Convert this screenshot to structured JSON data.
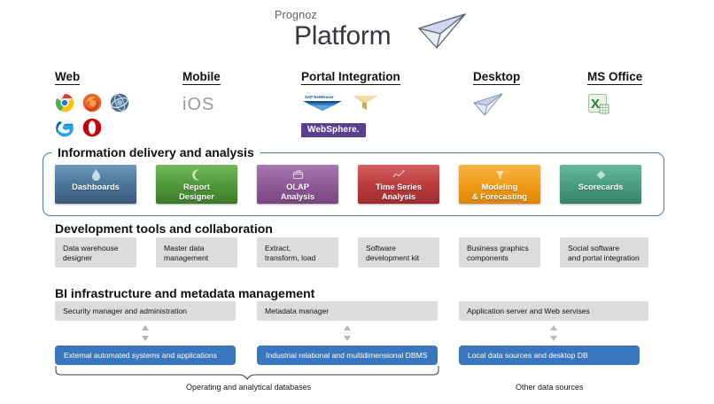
{
  "brand": {
    "subtitle": "Prognoz",
    "title": "Platform",
    "logo_icon": "paper-plane-icon"
  },
  "colors": {
    "frame_border": "#4a77b4",
    "blue_box": "#3a76bd",
    "grey_box": "#dcdcdc",
    "dashboards": "#4a7296",
    "report_designer": "#4f9639",
    "olap": "#8e5896",
    "time_series": "#bb3a3c",
    "modeling": "#ef9a16",
    "scorecards": "#479b80"
  },
  "categories": [
    {
      "label": "Web",
      "icons": [
        "chrome-icon",
        "firefox-icon",
        "old-ie-icon",
        "edge-icon",
        "opera-icon"
      ]
    },
    {
      "label": "Mobile",
      "icons": [
        "ios-logo-icon"
      ]
    },
    {
      "label": "Portal Integration",
      "icons": [
        "sap-netweaver-icon",
        "oracle-portal-icon",
        "websphere-icon"
      ]
    },
    {
      "label": "Desktop",
      "icons": [
        "paper-plane-icon"
      ]
    },
    {
      "label": "MS Office",
      "icons": [
        "excel-icon"
      ]
    }
  ],
  "section_delivery": {
    "heading": "Information delivery and analysis",
    "tiles": [
      {
        "label": "Dashboards",
        "icon": "droplet-icon"
      },
      {
        "label": "Report\nDesigner",
        "icon": "moon-icon"
      },
      {
        "label": "OLAP\nAnalysis",
        "icon": "cube-icon"
      },
      {
        "label": "Time Series\nAnalysis",
        "icon": "spark-icon"
      },
      {
        "label": "Modeling\n& Forecasting",
        "icon": "funnel-icon"
      },
      {
        "label": "Scorecards",
        "icon": "diamond-icon"
      }
    ]
  },
  "section_dev": {
    "heading": "Development tools and collaboration",
    "boxes": [
      "Data warehouse\ndesigner",
      "Master data\nmanagement",
      "Extract,\ntransform, load",
      "Software\ndevelopment kit",
      "Business graphics\ncomponents",
      "Social software\nand portal integration"
    ]
  },
  "section_infra": {
    "heading": "BI infrastructure and metadata management",
    "infra_boxes": [
      "Security manager and administration",
      "Metadata manager",
      "Application server and Web servises"
    ],
    "source_boxes": [
      "External automated systems and applications",
      "Industrial relational and multidimensional DBMS",
      "Local data sources and desktop DB"
    ],
    "captions": [
      "Operating and analytical databases",
      "Other data sources"
    ]
  }
}
